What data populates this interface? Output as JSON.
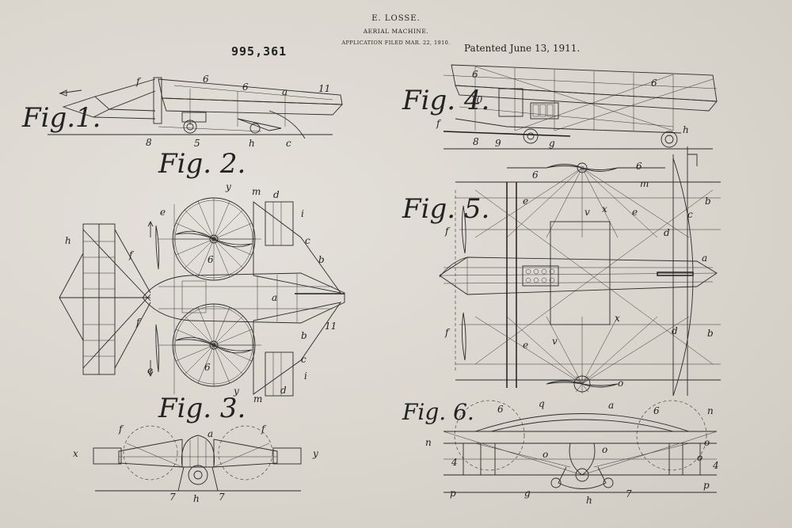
{
  "header": {
    "inventor": "E. LOSSE.",
    "title": "AERIAL MACHINE.",
    "filed": "APPLICATION FILED MAR. 22, 1910.",
    "patent_number": "995,361",
    "patent_date": "Patented June 13, 1911."
  },
  "figures": {
    "fig1": "Fig.1.",
    "fig2": "Fig. 2.",
    "fig3": "Fig. 3.",
    "fig4": "Fig. 4.",
    "fig5": "Fig. 5.",
    "fig6": "Fig. 6."
  },
  "labels": {
    "fig1": [
      "f",
      "6",
      "6",
      "a",
      "11",
      "8",
      "5",
      "h",
      "c"
    ],
    "fig2": [
      "y",
      "m",
      "d",
      "e",
      "i",
      "h",
      "c",
      "f",
      "b",
      "6",
      "a",
      "f",
      "11",
      "b",
      "e",
      "6",
      "c",
      "y",
      "i",
      "m",
      "d"
    ],
    "fig3": [
      "f",
      "a",
      "f",
      "x",
      "y",
      "7",
      "h",
      "7"
    ],
    "fig4": [
      "6",
      "6",
      "10",
      "f",
      "h",
      "8",
      "9",
      "g"
    ],
    "fig5": [
      "6",
      "6",
      "e",
      "m",
      "v",
      "x",
      "e",
      "b",
      "c",
      "d",
      "f",
      "a",
      "x",
      "f",
      "e",
      "v",
      "d",
      "b",
      "o"
    ],
    "fig6": [
      "6",
      "q",
      "a",
      "6",
      "n",
      "n",
      "o",
      "o",
      "o",
      "4",
      "o",
      "4",
      "p",
      "g",
      "h",
      "7",
      "p"
    ]
  }
}
